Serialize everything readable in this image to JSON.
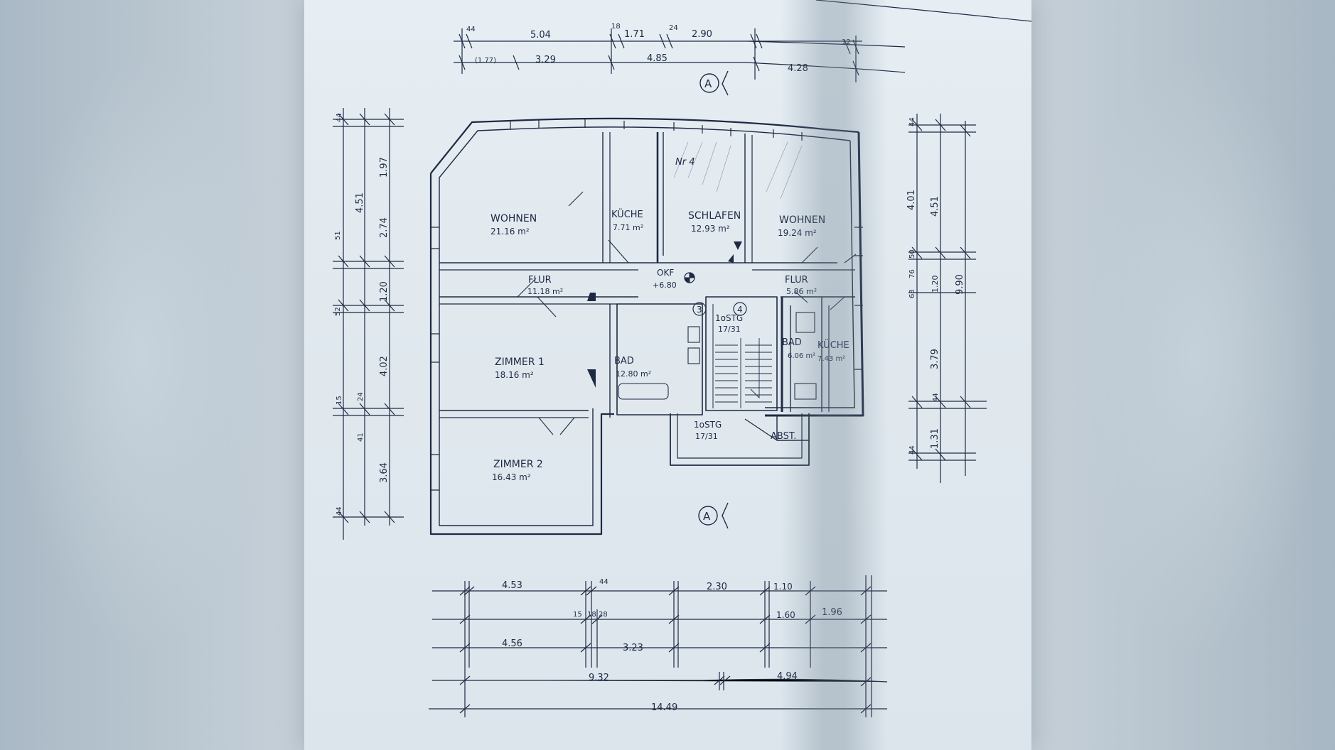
{
  "rooms": {
    "wohnen_left": {
      "name": "WOHNEN",
      "area": "21.16 m²"
    },
    "kueche_left": {
      "name": "KÜCHE",
      "area": "7.71 m²"
    },
    "schlafen": {
      "name": "SCHLAFEN",
      "area": "12.93 m²"
    },
    "wohnen_right": {
      "name": "WOHNEN",
      "area": "19.24 m²"
    },
    "flur_left": {
      "name": "FLUR",
      "area": "11.18 m²"
    },
    "okf": {
      "name": "OKF",
      "level": "+6.80"
    },
    "flur_right": {
      "name": "FLUR",
      "area": "5.86 m²"
    },
    "stair_upper": {
      "name": "1oSTG",
      "steps": "17/31"
    },
    "zimmer1": {
      "name": "ZIMMER 1",
      "area": "18.16 m²"
    },
    "bad_left": {
      "name": "BAD",
      "area": "12.80 m²"
    },
    "bad_right": {
      "name": "BAD",
      "area": "6.06 m²"
    },
    "kueche_right": {
      "name": "KÜCHE",
      "area": "7.43 m²"
    },
    "stair_lower": {
      "name": "1oSTG",
      "steps": "17/31"
    },
    "abst": {
      "name": "ABST."
    },
    "zimmer2": {
      "name": "ZIMMER 2",
      "area": "16.43 m²"
    }
  },
  "apartment_marks": {
    "n1": "3",
    "n2": "4",
    "handwritten": "Nr 4"
  },
  "section_marks": {
    "top": "A",
    "bottom": "A"
  },
  "dims_top": {
    "row1": [
      "44",
      "5.04",
      "18",
      "1.71",
      "24",
      "2.90",
      "12"
    ],
    "row2": [
      "(1.77)",
      "3.29",
      "4.85",
      "4.28"
    ]
  },
  "dims_left": {
    "outer": [
      "44",
      "4.51",
      "51",
      "52",
      "15",
      "41",
      "44"
    ],
    "mid": [
      "1.97",
      "2.74",
      "1.20",
      "4.02",
      "24",
      "3.64"
    ]
  },
  "dims_right": {
    "inner": [
      "44",
      "4.01",
      "50",
      "76",
      "63",
      "3.79",
      "44",
      "1.31",
      "44"
    ],
    "mid": [
      "4.51",
      "1.20",
      "9.90"
    ]
  },
  "dims_bottom": {
    "row1": [
      "4.53",
      "44",
      "2.30",
      "1.10"
    ],
    "row2": [
      "15",
      "18",
      "28",
      "1.60",
      "1.96"
    ],
    "row3": [
      "4.56",
      "3.23"
    ],
    "row4": [
      "9.32",
      "4.94"
    ],
    "row5": [
      "14.49"
    ]
  }
}
